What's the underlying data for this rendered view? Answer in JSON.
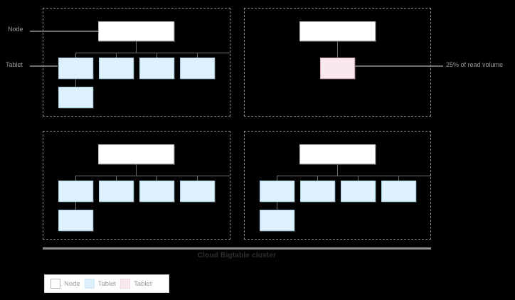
{
  "diagram": {
    "cluster_caption": "Cloud Bigtable cluster",
    "side_labels": {
      "node": "Node",
      "tablet": "Tablet",
      "read_volume": "25% of read volume"
    },
    "colors": {
      "background": "#000000",
      "node_fill": "#ffffff",
      "node_border": "#b5b5b5",
      "tablet_fill": "#ddf0fb",
      "tablet_border": "#a9cfe3",
      "hot_tablet_fill": "#fae8ef",
      "hot_tablet_border": "#d9a8bd",
      "line": "#6e6e6e",
      "region_border": "#8a8a8a",
      "label_text": "#9a9a9a",
      "caption_text": "#2f2f2f"
    },
    "nodes": [
      {
        "id": "node-1",
        "position": "top-left",
        "type": "node",
        "tablet_count": 5,
        "tablets": [
          "tablet",
          "tablet",
          "tablet",
          "tablet",
          "tablet"
        ]
      },
      {
        "id": "node-2",
        "position": "top-right",
        "type": "node",
        "tablet_count": 1,
        "tablets": [
          "hot-tablet"
        ]
      },
      {
        "id": "node-3",
        "position": "bottom-left",
        "type": "node",
        "tablet_count": 5,
        "tablets": [
          "tablet",
          "tablet",
          "tablet",
          "tablet",
          "tablet"
        ]
      },
      {
        "id": "node-4",
        "position": "bottom-right",
        "type": "node",
        "tablet_count": 5,
        "tablets": [
          "tablet",
          "tablet",
          "tablet",
          "tablet",
          "tablet"
        ]
      }
    ],
    "legend": {
      "items": [
        {
          "label": "Node",
          "swatch": "node-swatch"
        },
        {
          "label": "Tablet",
          "swatch": "tablet-swatch"
        },
        {
          "label": "Tablet",
          "swatch": "hot-tablet-swatch"
        }
      ]
    }
  }
}
